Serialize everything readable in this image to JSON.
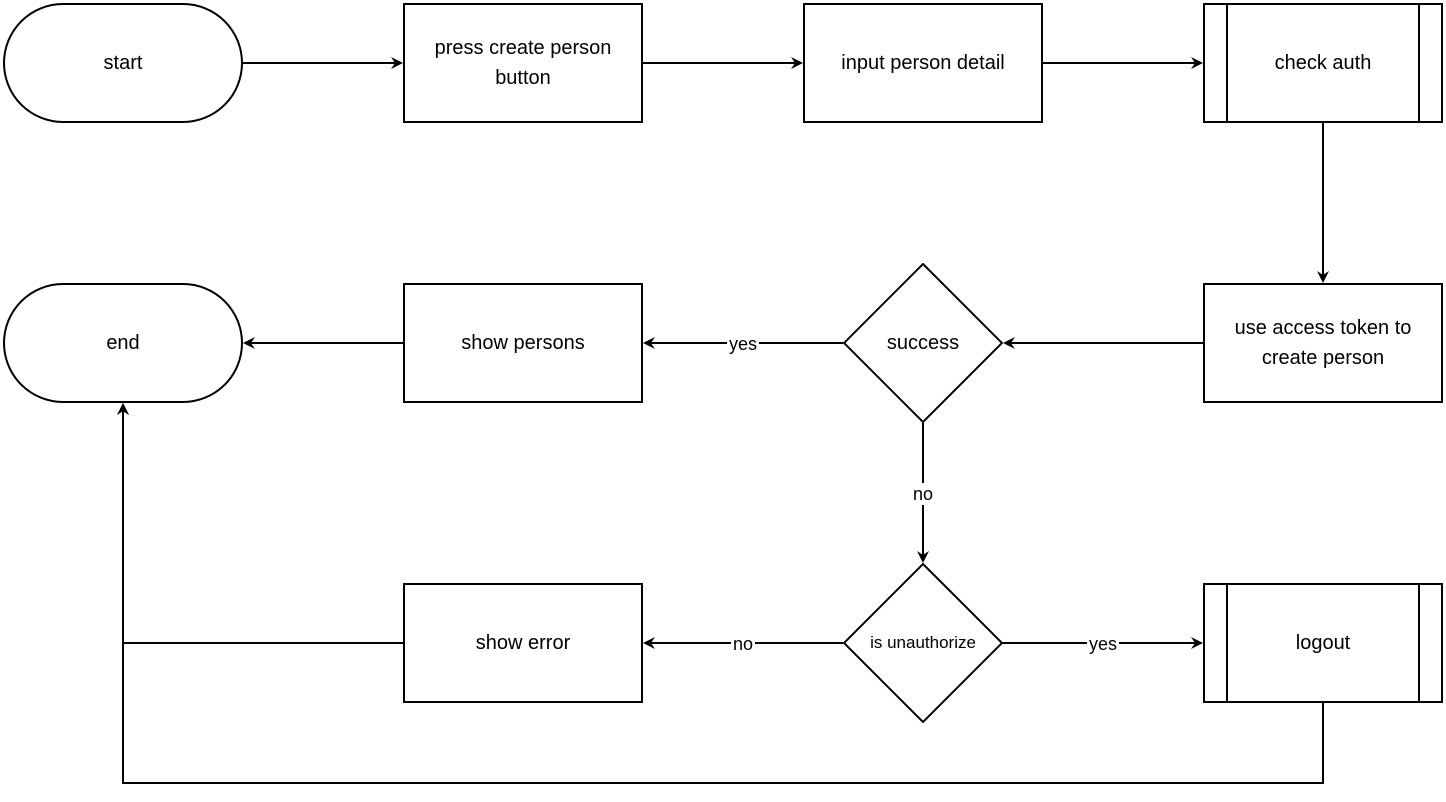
{
  "nodes": {
    "start": "start",
    "press_create": "press create person button",
    "input_detail": "input person detail",
    "check_auth": "check auth",
    "use_token": "use access token to create person",
    "success": "success",
    "show_persons": "show persons",
    "end": "end",
    "is_unauthorize": "is unauthorize",
    "show_error": "show error",
    "logout": "logout"
  },
  "edges": {
    "success_yes": "yes",
    "success_no": "no",
    "unauth_no": "no",
    "unauth_yes": "yes"
  }
}
